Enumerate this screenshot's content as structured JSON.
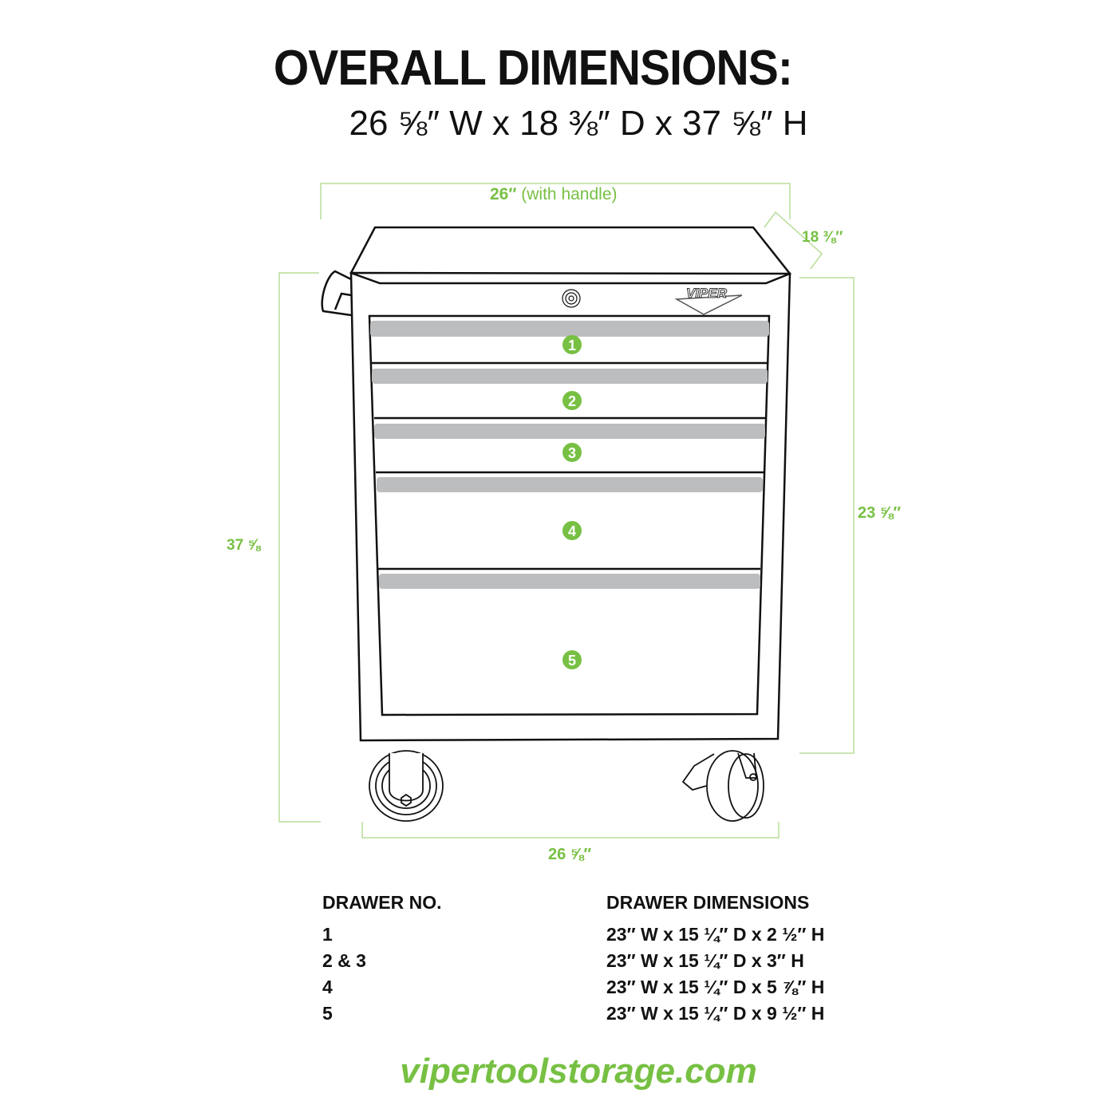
{
  "header": {
    "title": "OVERALL DIMENSIONS:",
    "overall": "26 ⅝″ W x 18 ⅜″ D x 37 ⅝″ H"
  },
  "diagram": {
    "labels": {
      "width_with_handle_value": "26″",
      "width_with_handle_note": "(with handle)",
      "depth": "18 ⅜″",
      "total_height": "37 ⅝",
      "body_height": "23 ⅝″",
      "base_width": "26 ⅝″"
    },
    "logo": "VIPER",
    "drawers": [
      "1",
      "2",
      "3",
      "4",
      "5"
    ],
    "colors": {
      "accent": "#77c043",
      "pull": "#bcbdbf",
      "line": "#111111"
    }
  },
  "table": {
    "headers": [
      "DRAWER NO.",
      "DRAWER DIMENSIONS"
    ],
    "rows": [
      {
        "no": "1",
        "dims": "23″ W x 15 ¼″ D x 2 ½″ H"
      },
      {
        "no": "2 & 3",
        "dims": "23″ W x 15 ¼″ D x 3″ H"
      },
      {
        "no": "4",
        "dims": "23″ W x 15 ¼″ D x 5 ⅞″ H"
      },
      {
        "no": "5",
        "dims": "23″ W x 15 ¼″ D x 9 ½″ H"
      }
    ]
  },
  "footer": {
    "url": "vipertoolstorage.com"
  }
}
